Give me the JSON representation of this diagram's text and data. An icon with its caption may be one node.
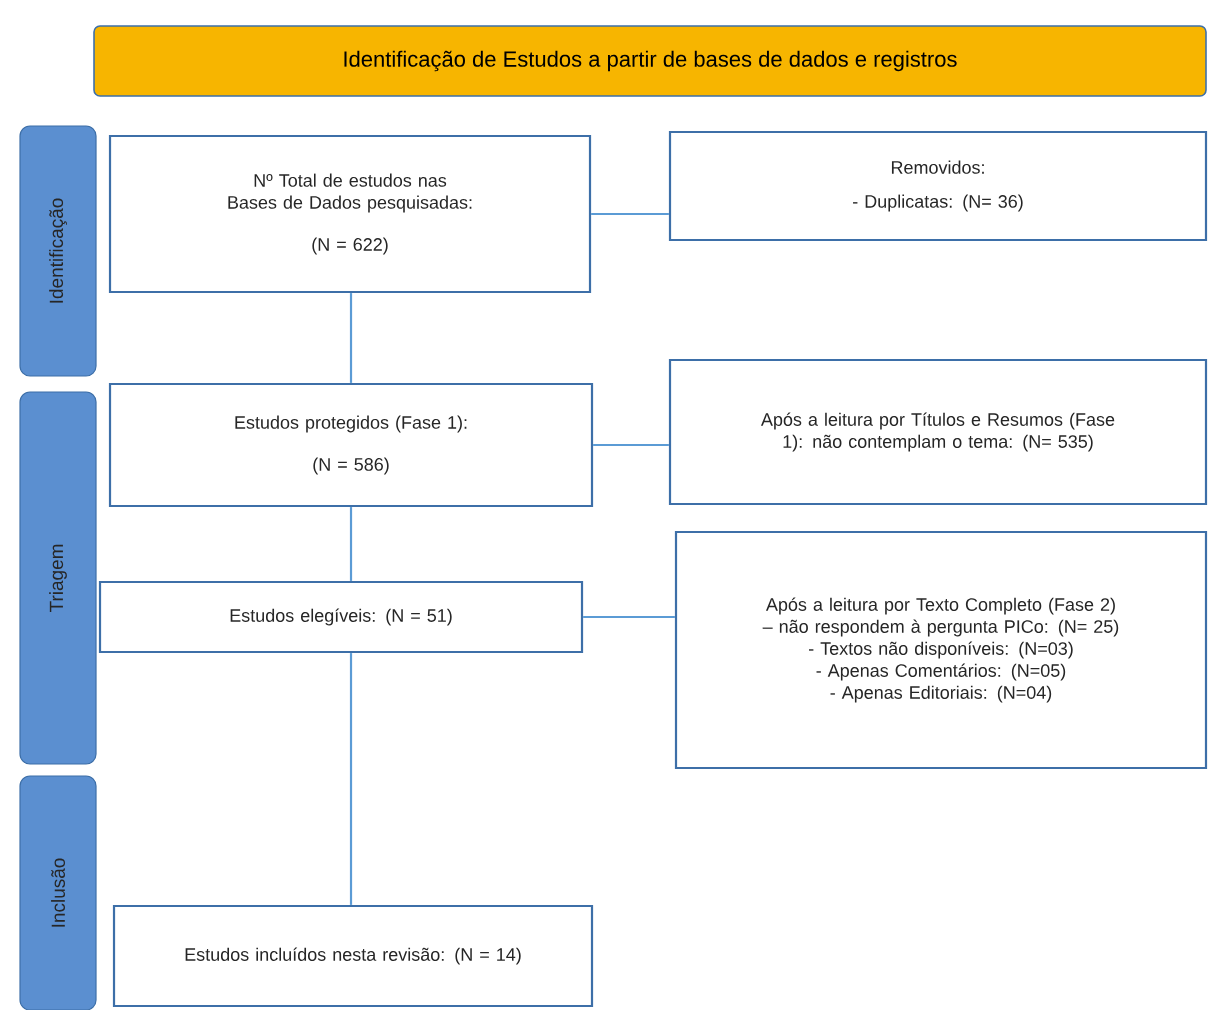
{
  "diagram": {
    "nodes": [
      {
        "text": [
          "Identificação de Estudos a partir de bases de dados e registros"
        ]
      },
      {
        "text": [
          "Identificação"
        ]
      },
      {
        "text": [
          "Triagem"
        ]
      },
      {
        "text": [
          "Inclusão"
        ]
      },
      {
        "text": [
          "Nº Total de estudos nas Bases de Dados pesquisadas:",
          "(N = 622)"
        ]
      },
      {
        "text": [
          "Removidos:",
          "- Duplicatas: (N= 36)"
        ]
      },
      {
        "text": [
          "Estudos protegidos (Fase 1):",
          "(N = 586)"
        ]
      },
      {
        "text": [
          "Após a leitura por Títulos e Resumos (Fase 1): não contemplam o tema: (N= 535)"
        ]
      },
      {
        "text": [
          "Estudos elegíveis: (N = 51)"
        ]
      },
      {
        "text": [
          "Após a leitura por Texto Completo (Fase 2) – não respondem à pergunta PICo: (N= 25)",
          "- Textos não disponíveis: (N=03)",
          "- Apenas Comentários: (N=05)",
          "- Apenas Editoriais: (N=04)"
        ]
      },
      {
        "text": [
          "Estudos incluídos nesta revisão: (N = 14)"
        ]
      }
    ],
    "edges": [
      {
        "from": 4,
        "to": 5,
        "arrow": "none"
      },
      {
        "from": 4,
        "to": 6,
        "arrow": "none"
      },
      {
        "from": 6,
        "to": 7,
        "arrow": "none"
      },
      {
        "from": 6,
        "to": 8,
        "arrow": "none"
      },
      {
        "from": 8,
        "to": 9,
        "arrow": "none"
      },
      {
        "from": 8,
        "to": 10,
        "arrow": "none"
      }
    ]
  }
}
